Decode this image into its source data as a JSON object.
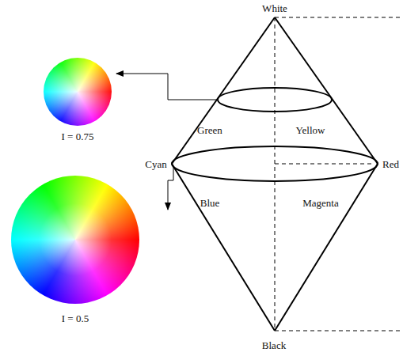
{
  "diagram": {
    "labels": [
      "White",
      "Green",
      "Yellow",
      "Cyan",
      "Red",
      "Blue",
      "Magenta",
      "Black",
      "I = 0.75",
      "I = 0.5"
    ]
  }
}
